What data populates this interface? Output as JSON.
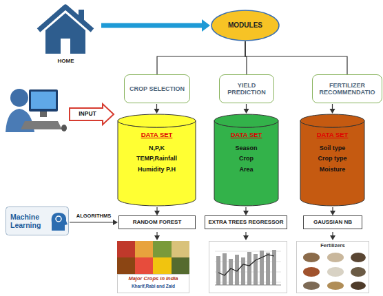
{
  "diagram": {
    "nodes": [
      {
        "text": [
          "HOME"
        ]
      },
      {
        "text": [
          "MODULES"
        ]
      },
      {
        "text": [
          "CROP SELECTION"
        ]
      },
      {
        "text": [
          "YIELD PREDICTION"
        ]
      },
      {
        "text": [
          "FERTILIZER RECOMMENDATIO"
        ]
      },
      {
        "text": [
          "INPUT"
        ]
      },
      {
        "text": [
          "DATA SET",
          "N,P,K",
          "TEMP,Rainfall",
          "Humidity P.H"
        ]
      },
      {
        "text": [
          "DATA SET",
          "Season",
          "Crop",
          "Area"
        ]
      },
      {
        "text": [
          "DATA SET",
          "Soil type",
          "Crop type",
          "Moisture"
        ]
      },
      {
        "text": [
          "Machine Learning"
        ]
      },
      {
        "text": [
          "RANDOM FOREST"
        ]
      },
      {
        "text": [
          "EXTRA TREES REGRESSOR"
        ]
      },
      {
        "text": [
          "GAUSSIAN NB"
        ]
      }
    ],
    "edges": [
      {
        "from": 0,
        "to": 1,
        "arrow": "to"
      },
      {
        "from": 1,
        "to": 2,
        "arrow": "none"
      },
      {
        "from": 1,
        "to": 3,
        "arrow": "none"
      },
      {
        "from": 1,
        "to": 4,
        "arrow": "none"
      },
      {
        "from": 2,
        "to": 6,
        "arrow": "to"
      },
      {
        "from": 3,
        "to": 7,
        "arrow": "to"
      },
      {
        "from": 4,
        "to": 8,
        "arrow": "to"
      },
      {
        "from": 9,
        "to": 10,
        "label": "ALGORITHMS",
        "arrow": "to"
      },
      {
        "from": 6,
        "to": 10,
        "arrow": "to"
      },
      {
        "from": 7,
        "to": 11,
        "arrow": "to"
      },
      {
        "from": 8,
        "to": 12,
        "arrow": "to"
      }
    ],
    "labels": [
      "Major Crops in India",
      "Kharif,Rabi and Zaid",
      "Fertilizers"
    ]
  }
}
